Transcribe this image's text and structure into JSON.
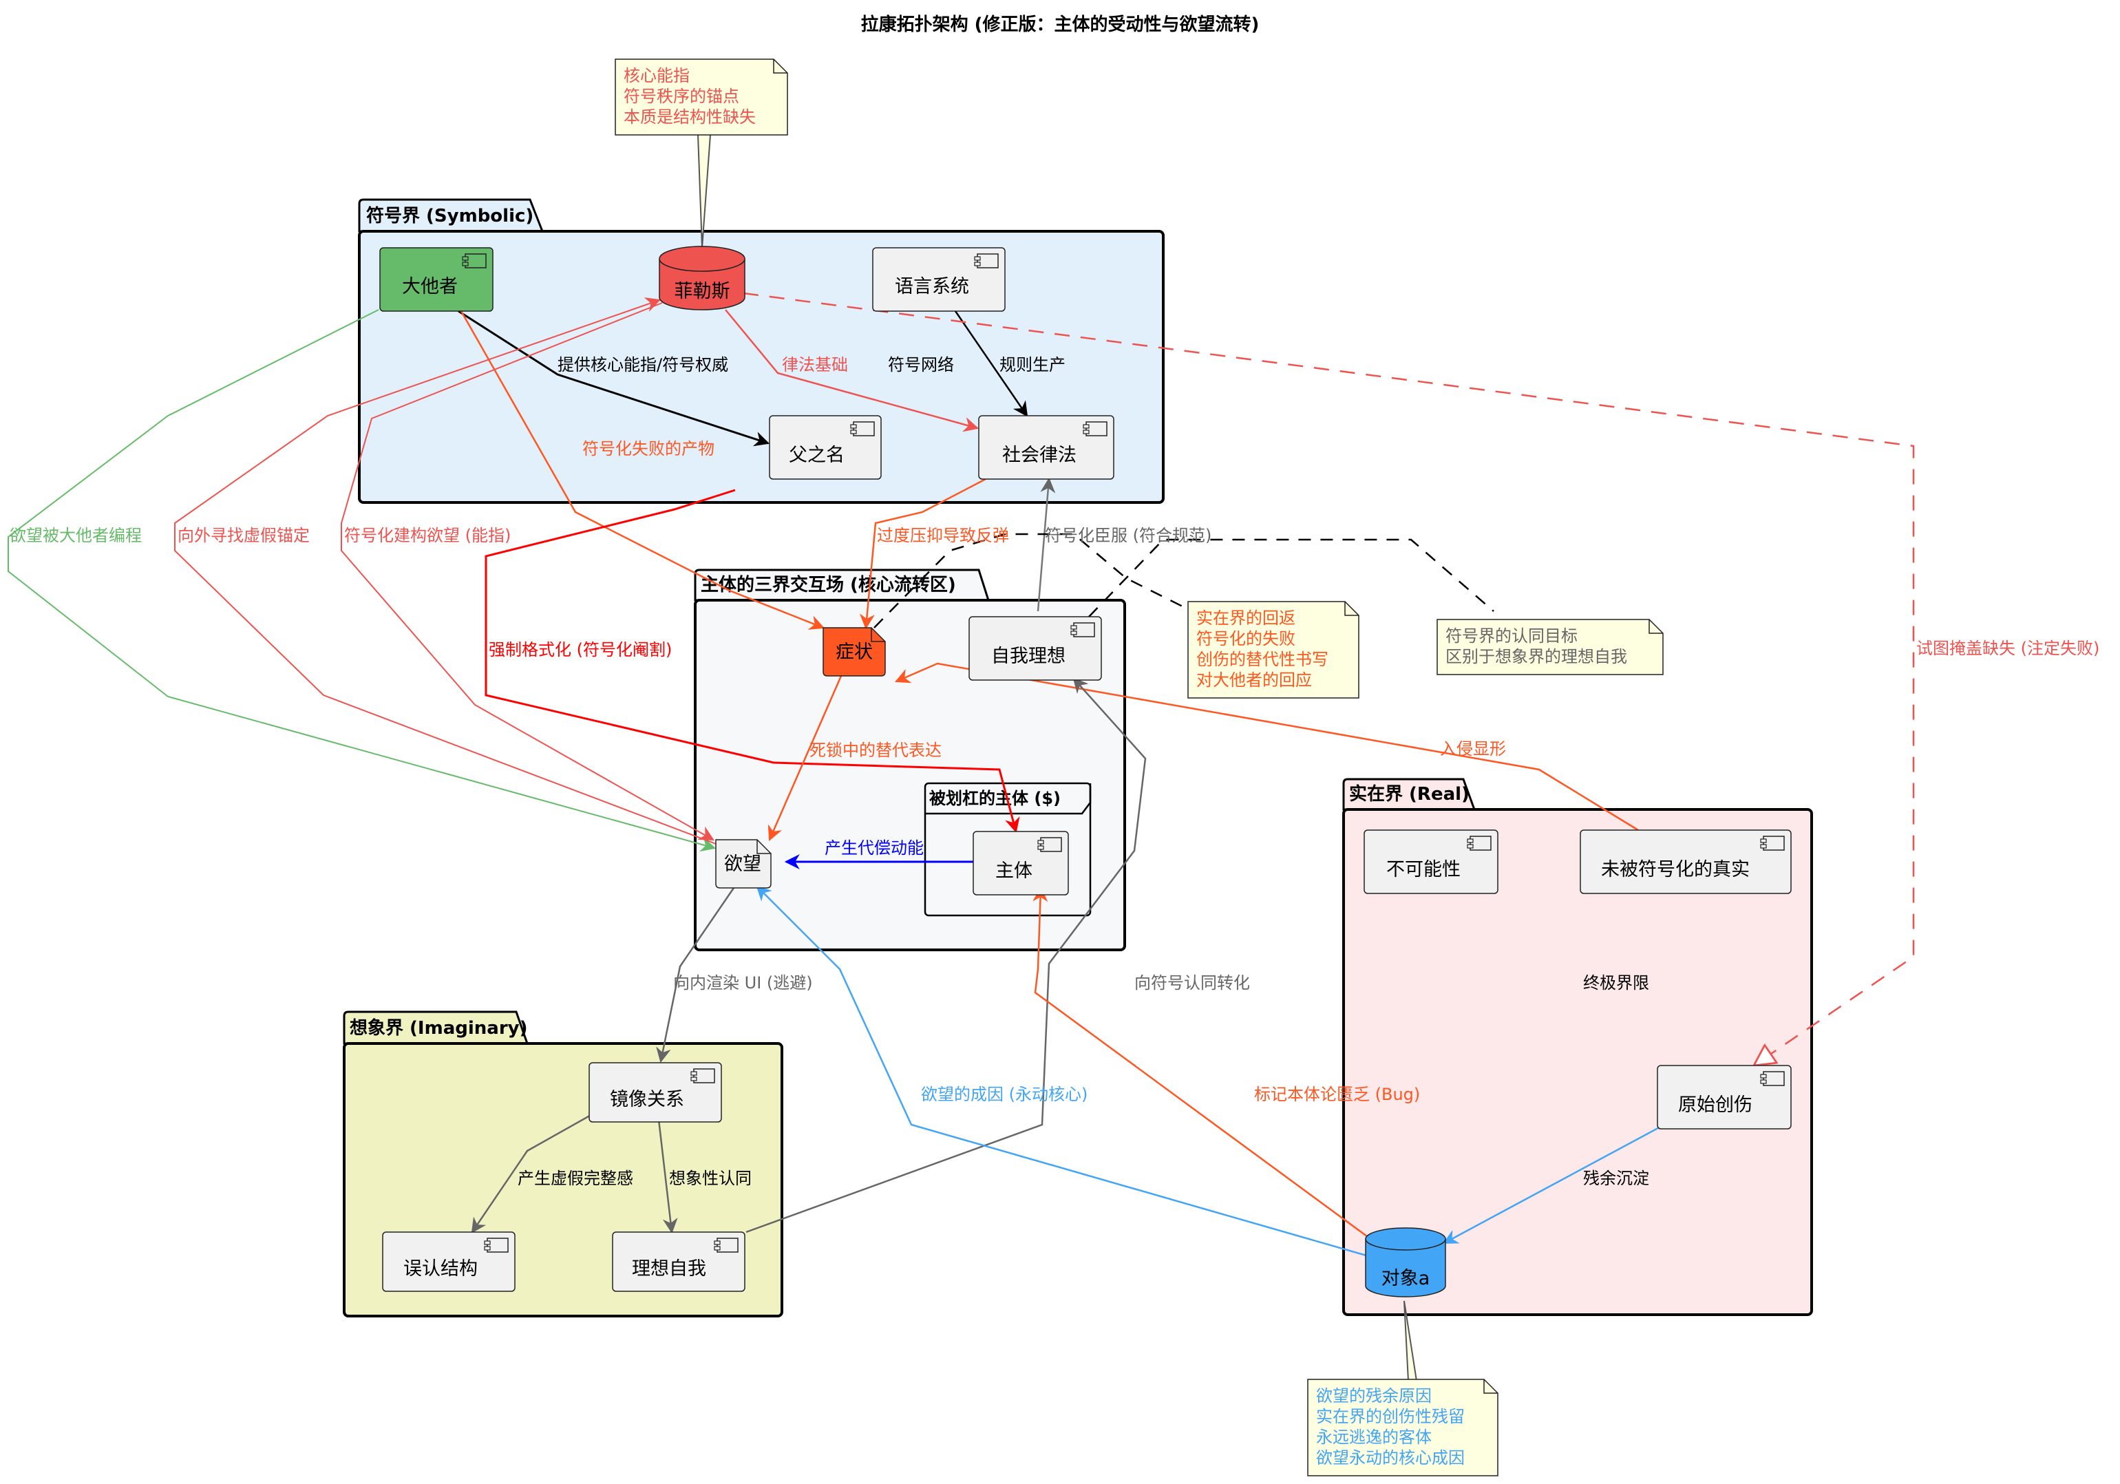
{
  "title": "拉康拓扑架构 (修正版：主体的受动性与欲望流转)",
  "colors": {
    "symbolic_bg": "#e2f0fb",
    "subject_zone_bg": "#f7f8fa",
    "imaginary_bg": "#f0f2c2",
    "real_bg": "#fde8ea",
    "node_default": "#f1f1f1",
    "big_other": "#66bb6a",
    "phallus": "#ef5350",
    "symptom": "#ff5722",
    "object_a": "#42a5f5",
    "note_bg": "#fefee0",
    "red": "#ef5350",
    "orange": "#ff5722",
    "green": "#66bb6a",
    "blue": "#42a5f5",
    "pure_red": "#ff0000",
    "pure_blue": "#0000ff",
    "grey": "#666666",
    "black": "#000000"
  },
  "packages": {
    "symbolic": "符号界 (Symbolic)",
    "subject_zone": "主体的三界交互场 (核心流转区)",
    "barred_subject": "被划杠的主体 ($)",
    "imaginary": "想象界 (Imaginary)",
    "real": "实在界 (Real)"
  },
  "nodes": {
    "big_other": "大他者",
    "phallus": "菲勒斯",
    "language_system": "语言系统",
    "name_of_father": "父之名",
    "social_law": "社会律法",
    "symptom": "症状",
    "ego_ideal": "自我理想",
    "desire": "欲望",
    "subject": "主体",
    "mirror_relation": "镜像关系",
    "misrecognition": "误认结构",
    "ideal_ego": "理想自我",
    "impossibility": "不可能性",
    "unsymbolized_real": "未被符号化的真实",
    "primal_trauma": "原始创伤",
    "object_a": "对象a"
  },
  "edges": {
    "provide_signifier": "提供核心能指/符号权威",
    "law_foundation": "律法基础",
    "symbolic_network": "符号网络",
    "rule_production": "规则生产",
    "symbolization_failure_product": "符号化失败的产物",
    "desire_programmed": "欲望被大他者编程",
    "seek_false_anchor": "向外寻找虚假锚定",
    "symbolic_construct_desire": "符号化建构欲望 (能指)",
    "forced_formatting": "强制格式化 (符号化阉割)",
    "over_repression": "过度压抑导致反弹",
    "symbolic_submission": "符号化臣服 (符合规范)",
    "deadlock_substitute": "死锁中的替代表达",
    "compensatory_drive": "产生代偿动能",
    "invasion": "入侵显形",
    "try_cover_lack": "试图掩盖缺失 (注定失败)",
    "inward_render": "向内渲染 UI (逃避)",
    "false_wholeness": "产生虚假完整感",
    "imaginary_identification": "想象性认同",
    "to_symbolic_identification": "向符号认同转化",
    "desire_cause": "欲望的成因 (永动核心)",
    "mark_ontological_lack": "标记本体论匮乏 (Bug)",
    "ultimate_limit": "终极界限",
    "residual_sediment": "残余沉淀"
  },
  "notes": {
    "phallus_note": [
      "核心能指",
      "符号秩序的锚点",
      "本质是结构性缺失"
    ],
    "symptom_note": [
      "实在界的回返",
      "符号化的失败",
      "创伤的替代性书写",
      "对大他者的回应"
    ],
    "ego_ideal_note": [
      "符号界的认同目标",
      "区别于想象界的理想自我"
    ],
    "object_a_note": [
      "欲望的残余原因",
      "实在界的创伤性残留",
      "永远逃逸的客体",
      "欲望永动的核心成因"
    ]
  }
}
